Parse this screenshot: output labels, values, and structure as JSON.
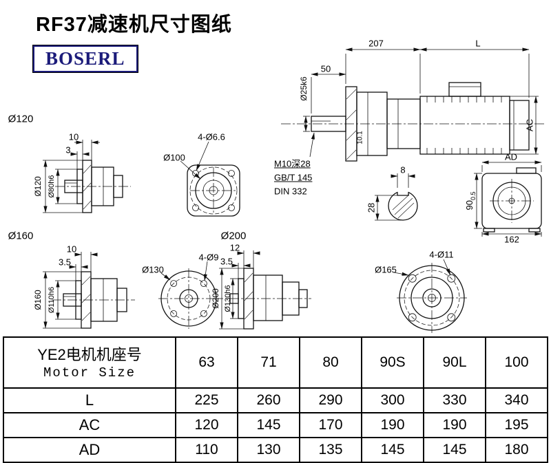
{
  "page": {
    "title": "RF37减速机尺寸图纸",
    "brand": "BOSERL"
  },
  "labels": {
    "phi120_title": "Ø120",
    "phi160_title": "Ø160",
    "phi200_title": "Ø200",
    "v1_dim10": "10",
    "v1_dim3": "3",
    "v1_phi120": "Ø120",
    "v1_phi80": "Ø80h6",
    "v2_holes": "4-Ø6.6",
    "v2_phi100": "Ø100",
    "main_207": "207",
    "main_L": "L",
    "main_50": "50",
    "main_phi25": "Ø25k6",
    "main_101": "10.1",
    "main_AC": "AC",
    "main_m10": "M10深28",
    "main_gbt": "GB/T 145",
    "main_din": "DIN 332",
    "key_8": "8",
    "key_28": "28",
    "rear_AD": "AD",
    "rear_90": "90",
    "rear_90_tol": "0.5",
    "rear_162": "162",
    "v3_dim10": "10",
    "v3_dim35": "3.5",
    "v3_phi160": "Ø160",
    "v3_phi110": "Ø110h6",
    "v4_phi130": "Ø130",
    "v4_holes": "4-Ø9",
    "v5_dim12": "12",
    "v5_dim35": "3.5",
    "v5_phi200": "Ø200",
    "v5_phi130": "Ø130h6",
    "v6_phi165": "Ø165",
    "v6_holes": "4-Ø11"
  },
  "table": {
    "header": {
      "cn": "YE2电机机座号",
      "en": "Motor Size"
    },
    "columns": [
      "63",
      "71",
      "80",
      "90S",
      "90L",
      "100"
    ],
    "rows": [
      {
        "label": "L",
        "values": [
          "225",
          "260",
          "290",
          "300",
          "330",
          "340"
        ]
      },
      {
        "label": "AC",
        "values": [
          "120",
          "145",
          "170",
          "190",
          "190",
          "195"
        ]
      },
      {
        "label": "AD",
        "values": [
          "110",
          "130",
          "135",
          "145",
          "145",
          "180"
        ]
      }
    ]
  }
}
